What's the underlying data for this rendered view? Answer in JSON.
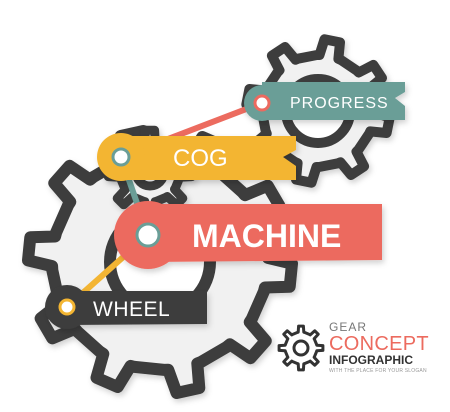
{
  "labels": {
    "progress": "PROGRESS",
    "cog": "COG",
    "machine": "MACHINE",
    "wheel": "WHEEL"
  },
  "logo": {
    "line1": "GEAR",
    "line2": "CONCEPT",
    "line3": "INFOGRAPHIC",
    "tagline": "WITH THE PLACE FOR YOUR SLOGAN"
  },
  "colors": {
    "progress": "#6b9e97",
    "cog": "#f3b533",
    "machine": "#ec6b5f",
    "wheel": "#3d3d3d",
    "gear_stroke": "#3d3d3d",
    "gear_fill": "#f1f1f1",
    "logo_accent": "#ec6b5f",
    "logo_dark": "#333333"
  },
  "icons": [
    "gear-icon",
    "gear-icon",
    "gear-icon",
    "gear-icon"
  ]
}
